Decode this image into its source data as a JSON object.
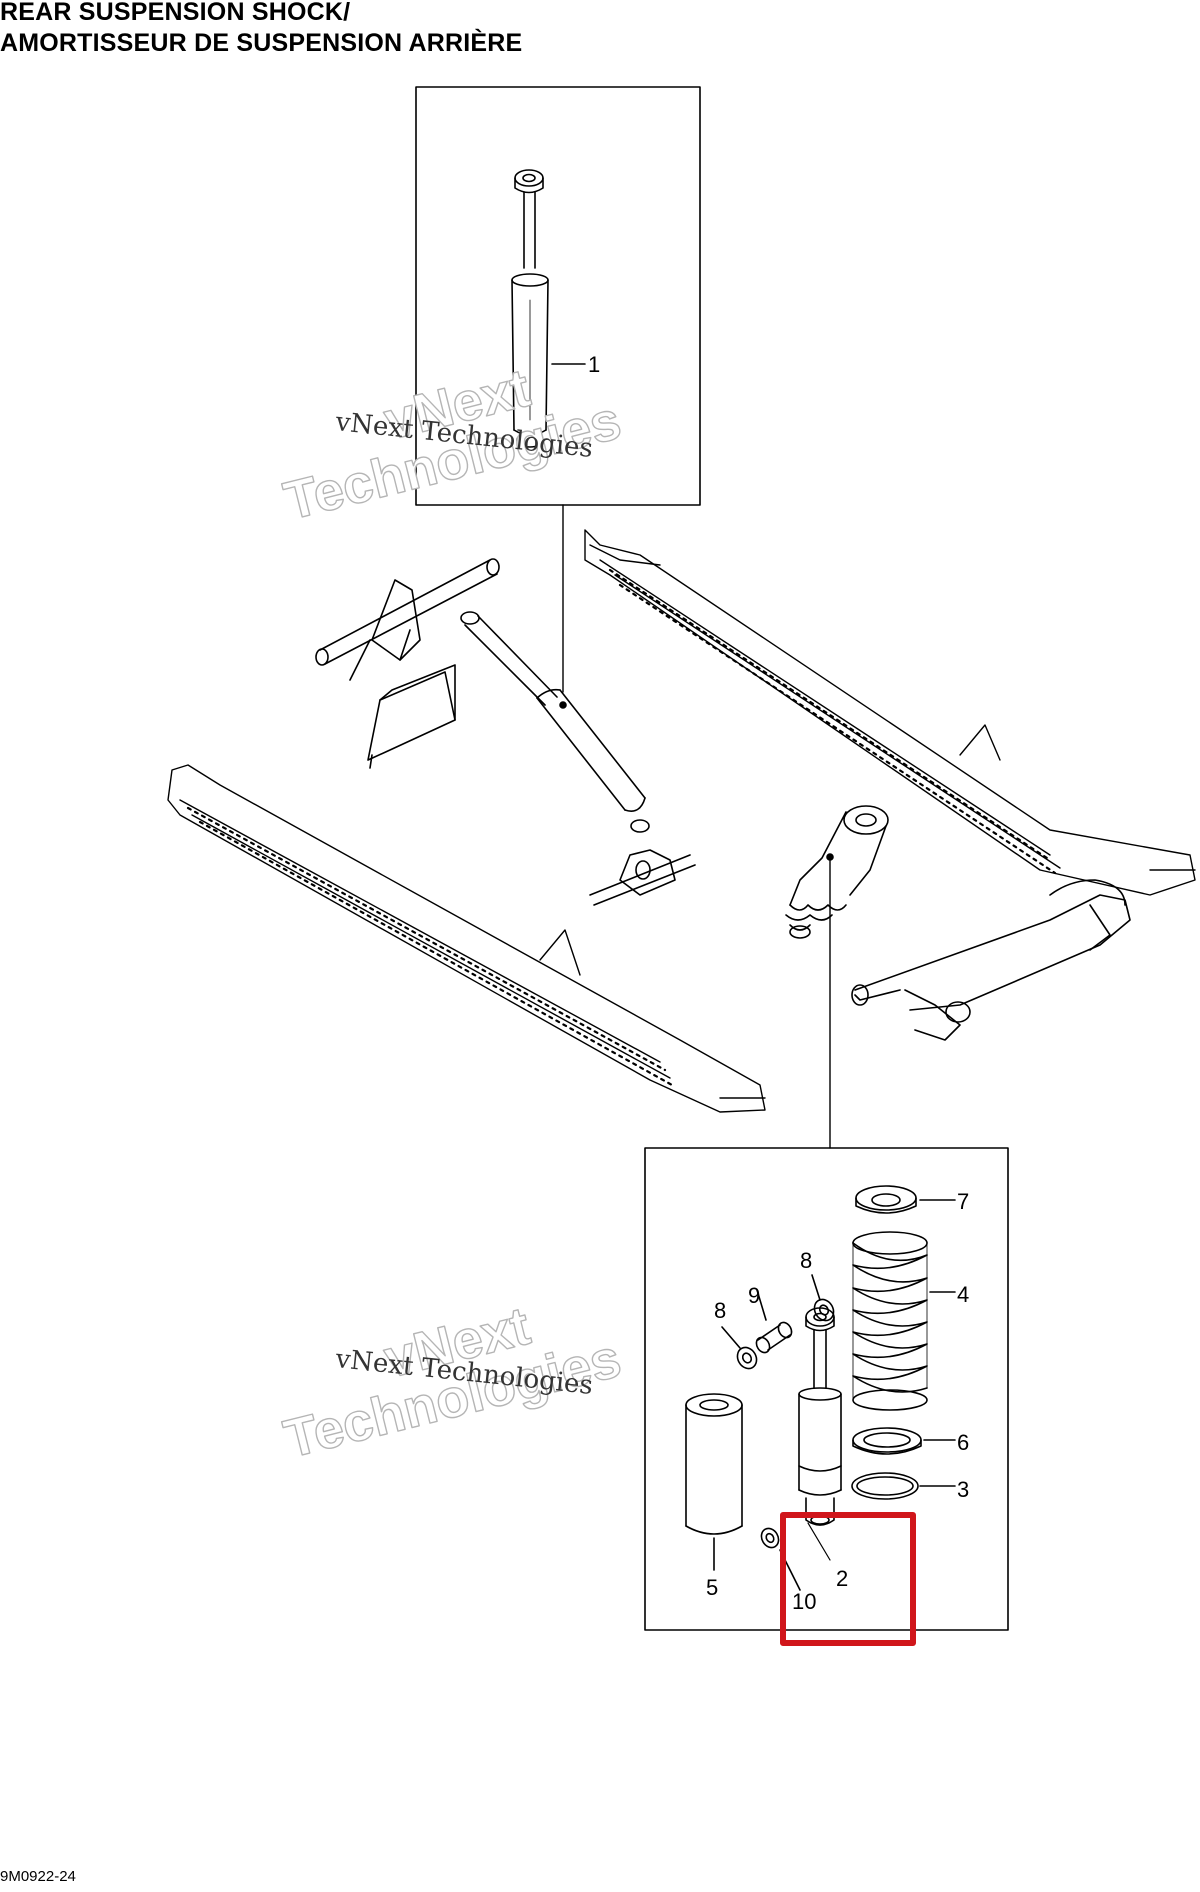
{
  "title": {
    "line1": "REAR SUSPENSION SHOCK/",
    "line2": "AMORTISSEUR DE SUSPENSION ARRIÈRE"
  },
  "callouts": {
    "c1": "1",
    "c2": "2",
    "c3": "3",
    "c4": "4",
    "c5": "5",
    "c6": "6",
    "c7": "7",
    "c8a": "8",
    "c8b": "8",
    "c9": "9",
    "c10": "10"
  },
  "watermark": {
    "small": "vNext Technologies",
    "big_line1": "vNext",
    "big_line2": "Technologies"
  },
  "reference_code": "9M0922-24",
  "colors": {
    "line": "#000000",
    "highlight": "#d0161b",
    "background": "#ffffff"
  }
}
